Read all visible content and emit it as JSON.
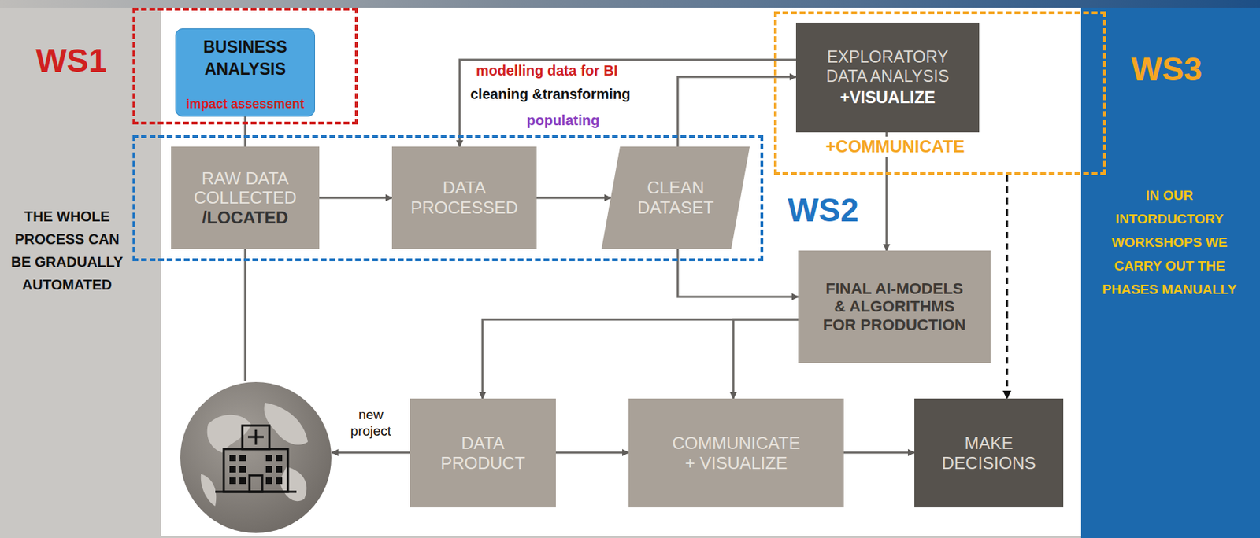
{
  "diagram": {
    "nodes": [
      {
        "text": [
          "WS1"
        ]
      },
      {
        "text": [
          "BUSINESS ANALYSIS",
          "impact assessment"
        ],
        "in": 0
      },
      {
        "text": [
          "WS2"
        ]
      },
      {
        "text": [
          "RAW DATA COLLECTED",
          "/LOCATED"
        ],
        "in": 2
      },
      {
        "text": [
          "DATA PROCESSED"
        ],
        "in": 2
      },
      {
        "text": [
          "CLEAN DATASET"
        ],
        "in": 2
      },
      {
        "text": [
          "WS3",
          "+COMMUNICATE"
        ]
      },
      {
        "text": [
          "EXPLORATORY DATA ANALYSIS",
          "+VISUALIZE"
        ],
        "in": 6
      },
      {
        "text": [
          "FINAL AI-MODELS & ALGORITHMS",
          "FOR PRODUCTION"
        ]
      },
      {
        "text": []
      },
      {
        "text": [
          "DATA PRODUCT"
        ]
      },
      {
        "text": [
          "COMMUNICATE + VISUALIZE"
        ]
      },
      {
        "text": [
          "MAKE DECISIONS"
        ]
      }
    ],
    "edges": [
      {
        "from": 1,
        "to": 3,
        "arrow": "none"
      },
      {
        "from": 9,
        "to": 3,
        "arrow": "none"
      },
      {
        "from": 3,
        "to": 4,
        "arrow": "to"
      },
      {
        "from": 4,
        "to": 5,
        "arrow": "to"
      },
      {
        "from": 7,
        "to": 4,
        "arrow": "to"
      },
      {
        "from": 5,
        "to": 7,
        "arrow": "to"
      },
      {
        "from": 7,
        "to": 8,
        "arrow": "to"
      },
      {
        "from": 5,
        "to": 8,
        "arrow": "to"
      },
      {
        "from": 8,
        "to": 10,
        "arrow": "to"
      },
      {
        "from": 8,
        "to": 11,
        "arrow": "to"
      },
      {
        "from": 10,
        "to": 11,
        "arrow": "to"
      },
      {
        "from": 11,
        "to": 12,
        "arrow": "to"
      },
      {
        "from": 10,
        "to": 9,
        "label": "new project",
        "arrow": "to"
      },
      {
        "from": 6,
        "to": 12,
        "arrow": "to"
      }
    ],
    "labels": [
      "THE WHOLE PROCESS CAN BE GRADUALLY AUTOMATED",
      "IN OUR INTORDUCTORY WORKSHOPS WE CARRY OUT THE PHASES MANUALLY",
      "modelling data for BI",
      "cleaning &transforming",
      "populating"
    ]
  }
}
